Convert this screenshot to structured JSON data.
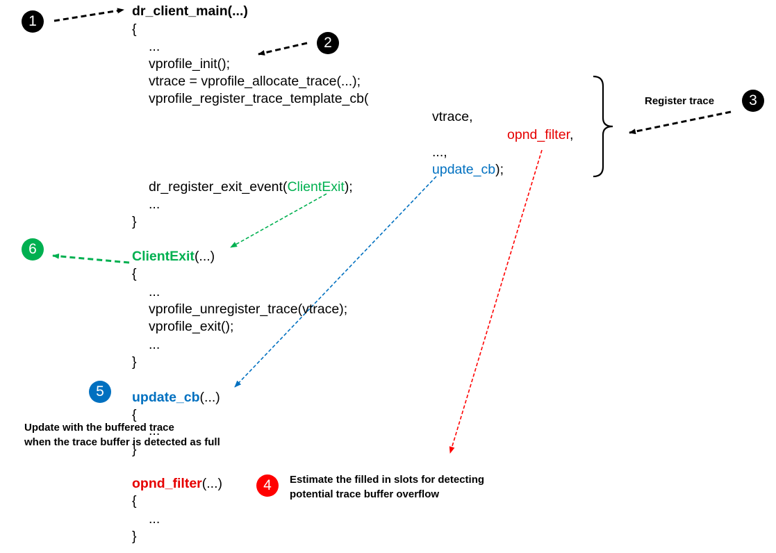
{
  "markers": {
    "m1": {
      "label": "1",
      "color": "#000000"
    },
    "m2": {
      "label": "2",
      "color": "#000000"
    },
    "m3": {
      "label": "3",
      "color": "#000000"
    },
    "m4": {
      "label": "4",
      "color": "#ff0000"
    },
    "m5": {
      "label": "5",
      "color": "#0070c0"
    },
    "m6": {
      "label": "6",
      "color": "#00b050"
    }
  },
  "colors": {
    "red": "#e60000",
    "blue": "#0070c0",
    "green": "#00b050",
    "black": "#000000"
  },
  "main_fn": {
    "signature": "dr_client_main(...)",
    "open": "{",
    "ellipsis1": "...",
    "init": "vprofile_init();",
    "alloc": "vtrace = vprofile_allocate_trace(...);",
    "register": "vprofile_register_trace_template_cb(",
    "arg_vtrace": "vtrace,",
    "arg_filter": "opnd_filter",
    "arg_filter_comma": ",",
    "arg_dots": "...,",
    "arg_update": "update_cb",
    "arg_update_close": ");",
    "exit_reg_prefix": "dr_register_exit_event(",
    "exit_reg_name": "ClientExit",
    "exit_reg_suffix": ");",
    "ellipsis2": "...",
    "close": "}"
  },
  "exit_fn": {
    "name": "ClientExit",
    "args": "(...)",
    "open": "{",
    "ellipsis1": "...",
    "unregister": "vprofile_unregister_trace(vtrace);",
    "exit": "vprofile_exit();",
    "ellipsis2": "...",
    "close": "}"
  },
  "update_fn": {
    "name": "update_cb",
    "args": "(...)",
    "open": "{",
    "ellipsis": "...",
    "close": "}"
  },
  "filter_fn": {
    "name": "opnd_filter",
    "args": "(...)",
    "open": "{",
    "ellipsis": "...",
    "close": "}"
  },
  "notes": {
    "register_trace": "Register trace",
    "update_line1": "Update with the buffered trace",
    "update_line2": "when the trace buffer is detected as full",
    "estimate_line1": "Estimate the filled in slots for detecting",
    "estimate_line2": "potential trace buffer overflow"
  }
}
